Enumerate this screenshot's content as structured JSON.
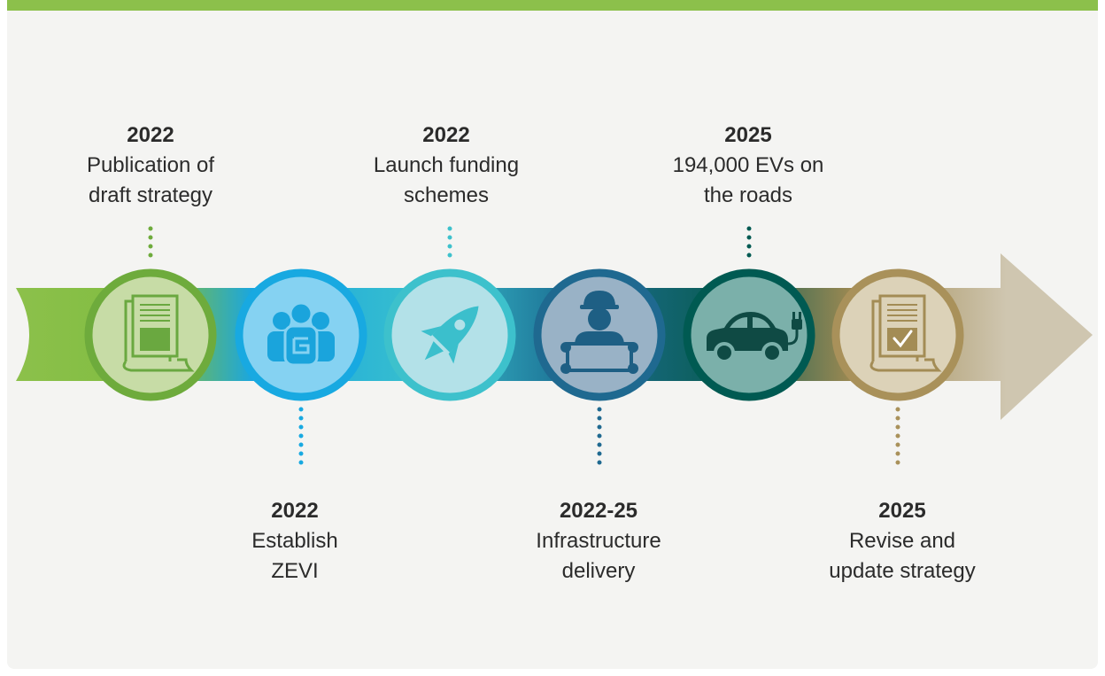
{
  "colors": {
    "top_bar": "#8cc04b",
    "background": "#f4f4f2",
    "arrow_tip": "#cfc6b0",
    "milestones": [
      "#6eab3c",
      "#18a9e1",
      "#3dc1cc",
      "#1f6990",
      "#005a52",
      "#a9915a"
    ]
  },
  "milestones": [
    {
      "year": "2022",
      "description": "Publication of\ndraft strategy",
      "icon": "document-icon"
    },
    {
      "year": "2022",
      "description": "Establish\nZEVI",
      "icon": "team-icon"
    },
    {
      "year": "2022",
      "description": "Launch funding\nschemes",
      "icon": "rocket-icon"
    },
    {
      "year": "2022-25",
      "description": "Infrastructure\ndelivery",
      "icon": "engineer-plans-icon"
    },
    {
      "year": "2025",
      "description": "194,000 EVs on\nthe roads",
      "icon": "electric-car-icon"
    },
    {
      "year": "2025",
      "description": "Revise and\nupdate strategy",
      "icon": "document-check-icon"
    }
  ]
}
